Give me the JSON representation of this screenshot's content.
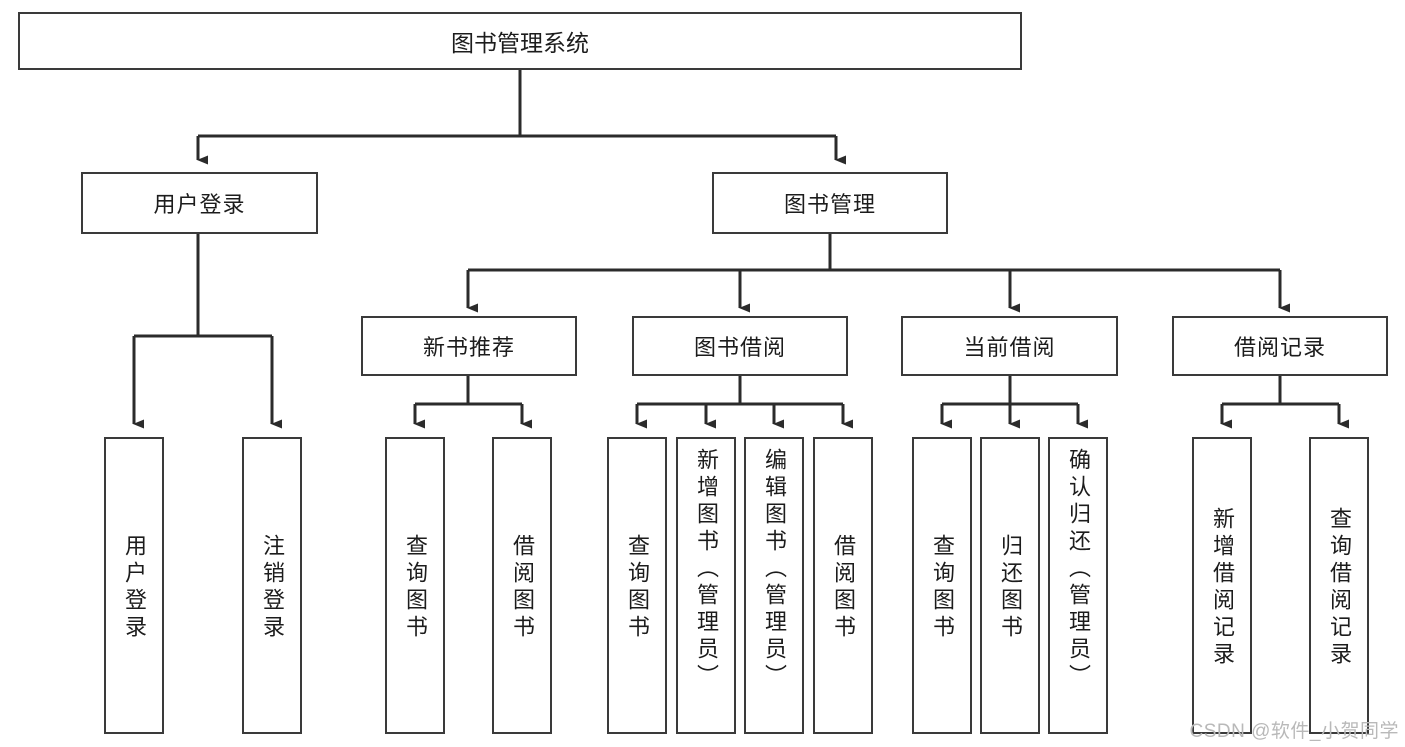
{
  "diagram": {
    "title": "图书管理系统",
    "type": "hierarchy-tree",
    "colors": {
      "box_border": "#3a3a3a",
      "box_fill": "#ffffff",
      "connector": "#2b2b2b",
      "text": "#1c1c1c",
      "watermark": "#b9b9b9"
    },
    "levels": {
      "root": {
        "label": "图书管理系统"
      },
      "level2": [
        {
          "id": "user-login",
          "label": "用户登录"
        },
        {
          "id": "book-manage",
          "label": "图书管理"
        }
      ],
      "level3": [
        {
          "id": "new-book-recommend",
          "label": "新书推荐",
          "parent": "book-manage"
        },
        {
          "id": "book-borrow",
          "label": "图书借阅",
          "parent": "book-manage"
        },
        {
          "id": "current-borrow",
          "label": "当前借阅",
          "parent": "book-manage"
        },
        {
          "id": "borrow-record",
          "label": "借阅记录",
          "parent": "book-manage"
        }
      ],
      "leaves": [
        {
          "id": "leaf-user-login",
          "label": "用户登录",
          "parent": "user-login"
        },
        {
          "id": "leaf-logout",
          "label": "注销登录",
          "parent": "user-login"
        },
        {
          "id": "leaf-query-book-1",
          "label": "查询图书",
          "parent": "new-book-recommend"
        },
        {
          "id": "leaf-borrow-book-1",
          "label": "借阅图书",
          "parent": "new-book-recommend"
        },
        {
          "id": "leaf-query-book-2",
          "label": "查询图书",
          "parent": "book-borrow"
        },
        {
          "id": "leaf-add-book",
          "label": "新增图书（管理员）",
          "parent": "book-borrow"
        },
        {
          "id": "leaf-edit-book",
          "label": "编辑图书（管理员）",
          "parent": "book-borrow"
        },
        {
          "id": "leaf-borrow-book-2",
          "label": "借阅图书",
          "parent": "book-borrow"
        },
        {
          "id": "leaf-query-book-3",
          "label": "查询图书",
          "parent": "current-borrow"
        },
        {
          "id": "leaf-return-book",
          "label": "归还图书",
          "parent": "current-borrow"
        },
        {
          "id": "leaf-confirm-return",
          "label": "确认归还（管理员）",
          "parent": "current-borrow"
        },
        {
          "id": "leaf-add-record",
          "label": "新增借阅记录",
          "parent": "borrow-record"
        },
        {
          "id": "leaf-query-record",
          "label": "查询借阅记录",
          "parent": "borrow-record"
        }
      ]
    }
  },
  "watermark": {
    "text": "CSDN @软件_小贺同学"
  }
}
